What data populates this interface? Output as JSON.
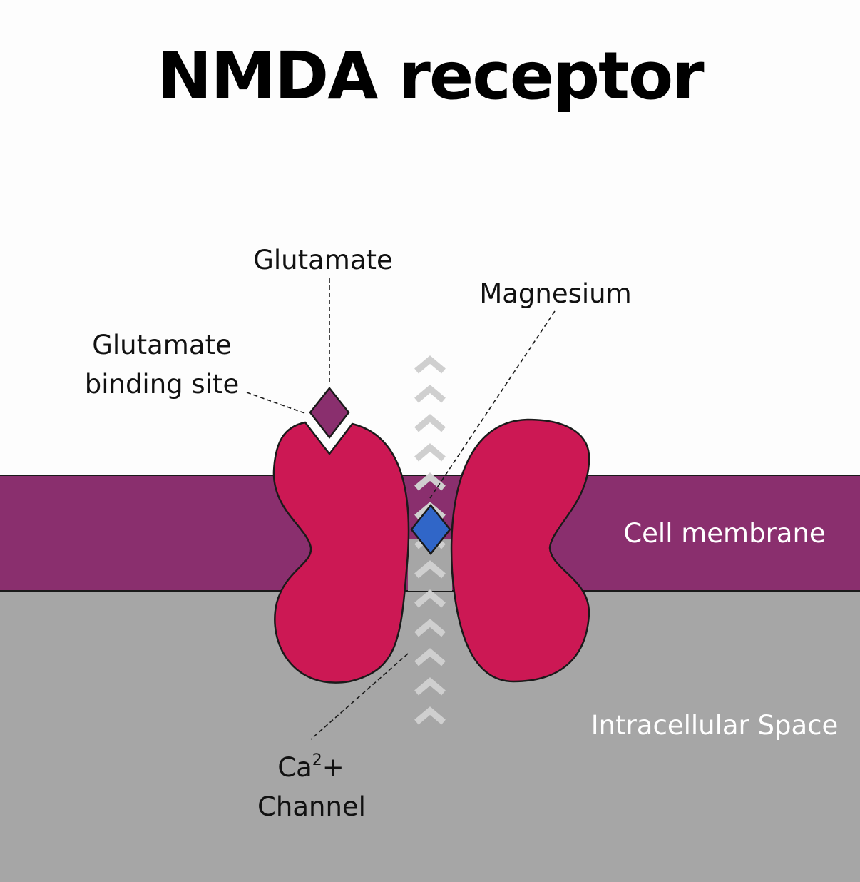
{
  "title": "NMDA receptor",
  "labels": {
    "glutamate": "Glutamate",
    "binding_site_line1": "Glutamate",
    "binding_site_line2": "binding site",
    "magnesium": "Magnesium",
    "cell_membrane": "Cell membrane",
    "intracellular_space": "Intracellular Space",
    "ca_prefix": "Ca",
    "ca_superscript": "2",
    "ca_suffix": "+",
    "channel": "Channel"
  },
  "colors": {
    "background": "#fdfdfd",
    "membrane": "#8a2f6e",
    "intracellular": "#a6a6a6",
    "receptor": "#cc1854",
    "glutamate": "#8a2f6e",
    "magnesium": "#3066c8",
    "arrow_flow": "#cfcfcf",
    "outline": "#1a1a1a",
    "label_dark": "#111111",
    "label_light": "#ffffff"
  },
  "channel_flow": {
    "chevron_count": 13,
    "direction": "up"
  }
}
